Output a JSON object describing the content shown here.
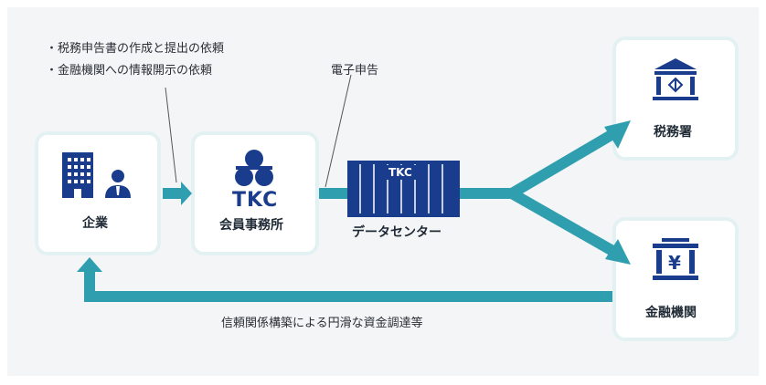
{
  "nodes": {
    "company": "企業",
    "tkc_office": "会員事務所",
    "tkc_logo": "TKC",
    "datacenter": "データセンター",
    "datacenter_logo": "TKC",
    "tax_office": "税務署",
    "financial": "金融機関"
  },
  "notes": {
    "bullet1": "・税務申告書の作成と提出の依頼",
    "bullet2": "・金融機関への情報開示の依頼",
    "e_filing": "電子申告",
    "bottom_flow": "信頼関係構築による円滑な資金調達等"
  },
  "colors": {
    "arrow": "#2f9fb0",
    "navy": "#1a3c8c",
    "box_border": "#e3f1f3"
  }
}
